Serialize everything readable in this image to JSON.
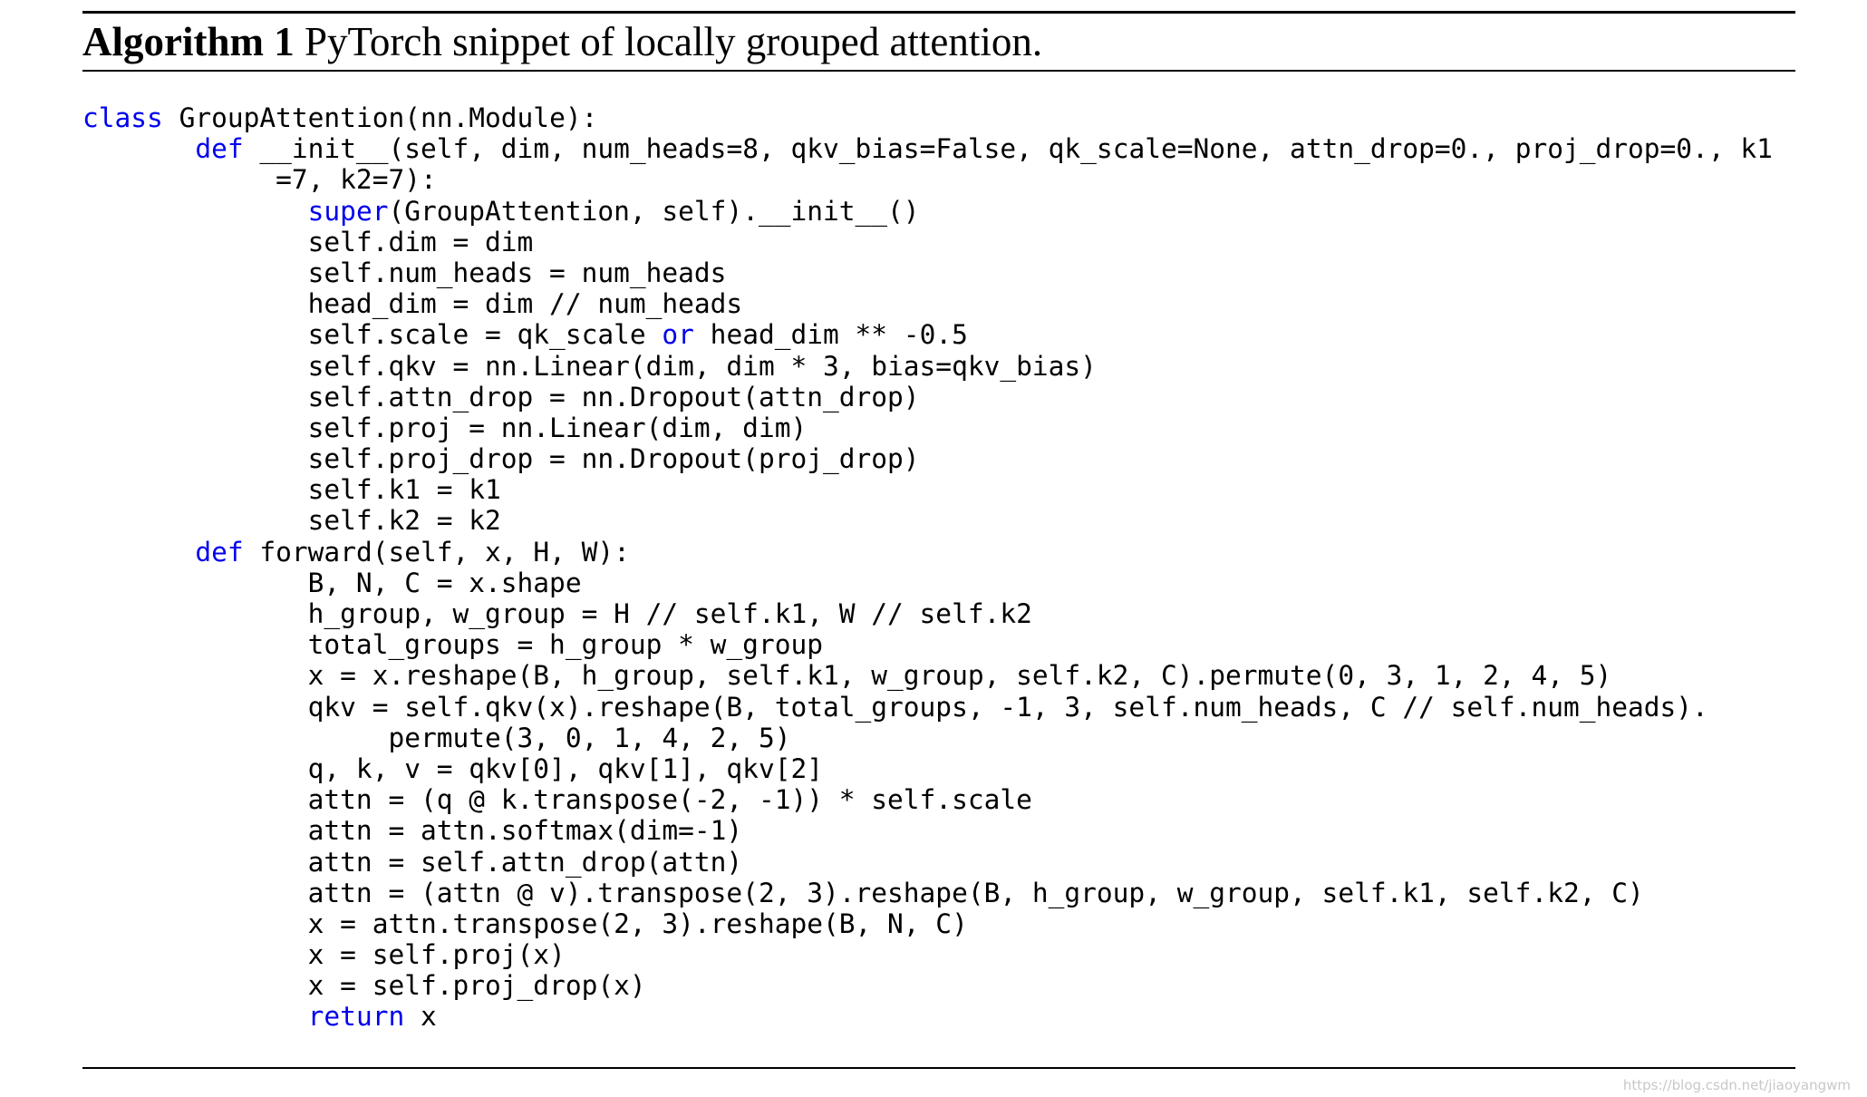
{
  "algorithm": {
    "label": "Algorithm 1",
    "caption": "PyTorch snippet of locally grouped attention."
  },
  "code_lines": [
    [
      {
        "t": "class",
        "k": 1
      },
      {
        "t": " GroupAttention(nn.Module):"
      }
    ],
    [
      {
        "t": "       "
      },
      {
        "t": "def",
        "k": 1
      },
      {
        "t": " __init__(self, dim, num_heads=8, qkv_bias=False, qk_scale=None, attn_drop=0., proj_drop=0., k1"
      }
    ],
    [
      {
        "t": "            =7, k2=7):"
      }
    ],
    [
      {
        "t": "              "
      },
      {
        "t": "super",
        "k": 1
      },
      {
        "t": "(GroupAttention, self).__init__()"
      }
    ],
    [
      {
        "t": "              self.dim = dim"
      }
    ],
    [
      {
        "t": "              self.num_heads = num_heads"
      }
    ],
    [
      {
        "t": "              head_dim = dim // num_heads"
      }
    ],
    [
      {
        "t": "              self.scale = qk_scale "
      },
      {
        "t": "or",
        "k": 1
      },
      {
        "t": " head_dim ** -0.5"
      }
    ],
    [
      {
        "t": "              self.qkv = nn.Linear(dim, dim * 3, bias=qkv_bias)"
      }
    ],
    [
      {
        "t": "              self.attn_drop = nn.Dropout(attn_drop)"
      }
    ],
    [
      {
        "t": "              self.proj = nn.Linear(dim, dim)"
      }
    ],
    [
      {
        "t": "              self.proj_drop = nn.Dropout(proj_drop)"
      }
    ],
    [
      {
        "t": "              self.k1 = k1"
      }
    ],
    [
      {
        "t": "              self.k2 = k2"
      }
    ],
    [
      {
        "t": "       "
      },
      {
        "t": "def",
        "k": 1
      },
      {
        "t": " forward(self, x, H, W):"
      }
    ],
    [
      {
        "t": "              B, N, C = x.shape"
      }
    ],
    [
      {
        "t": "              h_group, w_group = H // self.k1, W // self.k2"
      }
    ],
    [
      {
        "t": "              total_groups = h_group * w_group"
      }
    ],
    [
      {
        "t": "              x = x.reshape(B, h_group, self.k1, w_group, self.k2, C).permute(0, 3, 1, 2, 4, 5)"
      }
    ],
    [
      {
        "t": "              qkv = self.qkv(x).reshape(B, total_groups, -1, 3, self.num_heads, C // self.num_heads)."
      }
    ],
    [
      {
        "t": "                   permute(3, 0, 1, 4, 2, 5)"
      }
    ],
    [
      {
        "t": "              q, k, v = qkv[0], qkv[1], qkv[2]"
      }
    ],
    [
      {
        "t": "              attn = (q @ k.transpose(-2, -1)) * self.scale"
      }
    ],
    [
      {
        "t": "              attn = attn.softmax(dim=-1)"
      }
    ],
    [
      {
        "t": "              attn = self.attn_drop(attn)"
      }
    ],
    [
      {
        "t": "              attn = (attn @ v).transpose(2, 3).reshape(B, h_group, w_group, self.k1, self.k2, C)"
      }
    ],
    [
      {
        "t": "              x = attn.transpose(2, 3).reshape(B, N, C)"
      }
    ],
    [
      {
        "t": "              x = self.proj(x)"
      }
    ],
    [
      {
        "t": "              x = self.proj_drop(x)"
      }
    ],
    [
      {
        "t": "              "
      },
      {
        "t": "return",
        "k": 1
      },
      {
        "t": " x"
      }
    ]
  ],
  "colors": {
    "keyword": "#0000ee",
    "text": "#000000"
  },
  "watermark": "https://blog.csdn.net/jiaoyangwm"
}
